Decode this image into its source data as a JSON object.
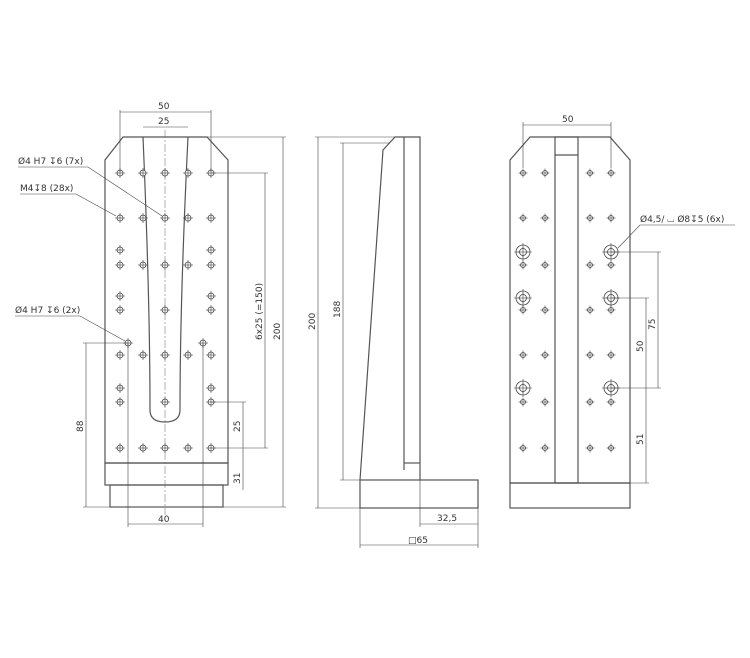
{
  "front_view": {
    "dim_width_outer": "50",
    "dim_width_slot": "25",
    "dim_hole_pitch": "6x25 (=150)",
    "dim_height_total": "200",
    "dim_pitch_lower": "25",
    "dim_base": "31",
    "dim_pin_height": "88",
    "dim_pin_spacing": "40",
    "callout_pin_holes_7": "Ø4  H7 ↧6 (7x)",
    "callout_threads": "M4↧8 (28x)",
    "callout_pin_holes_2": "Ø4  H7 ↧6 (2x)"
  },
  "side_view": {
    "dim_height_total": "200",
    "dim_height_inner": "188",
    "dim_offset": "32,5",
    "dim_base": "□65"
  },
  "back_view": {
    "dim_width": "50",
    "callout_counterbore": "Ø4,5/ ⌴ Ø8↧5 (6x)",
    "dim_75": "75",
    "dim_50": "50",
    "dim_51": "51"
  }
}
